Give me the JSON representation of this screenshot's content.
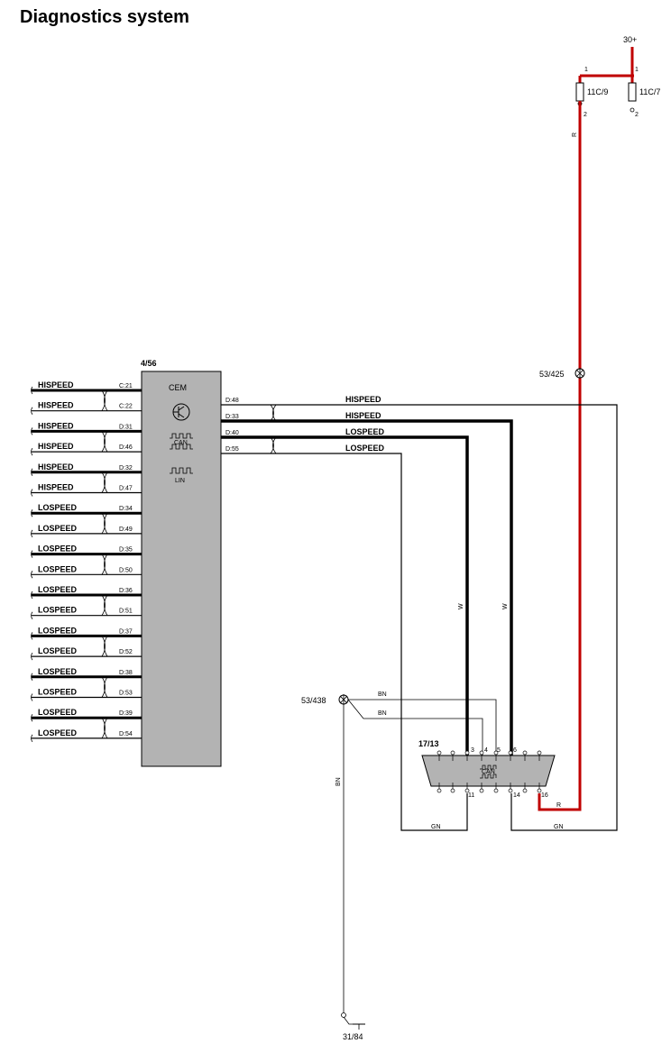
{
  "title": "Diagnostics system",
  "colors": {
    "power_wire": "#c00000",
    "module_fill": "#b3b3b3",
    "wire": "#000000"
  },
  "supply": {
    "label": "30+",
    "fuses": [
      {
        "id": "11C/9",
        "pin_top": "1",
        "pin_bottom": "2"
      },
      {
        "id": "11C/7",
        "pin_top": "1",
        "pin_bottom": "2"
      }
    ],
    "wire_color_code": "R"
  },
  "splices": [
    {
      "id": "53/425"
    },
    {
      "id": "53/438"
    }
  ],
  "cem": {
    "ref": "4/56",
    "name": "CEM",
    "icons": [
      "transistor-icon",
      "can-icon",
      "lin-icon"
    ],
    "can_label": "CAN",
    "lin_label": "LIN",
    "left_pins": [
      {
        "bus": "HISPEED",
        "pin": "C:21"
      },
      {
        "bus": "HISPEED",
        "pin": "C:22"
      },
      {
        "bus": "HISPEED",
        "pin": "D:31"
      },
      {
        "bus": "HISPEED",
        "pin": "D:46"
      },
      {
        "bus": "HISPEED",
        "pin": "D:32"
      },
      {
        "bus": "HISPEED",
        "pin": "D:47"
      },
      {
        "bus": "LOSPEED",
        "pin": "D:34"
      },
      {
        "bus": "LOSPEED",
        "pin": "D:49"
      },
      {
        "bus": "LOSPEED",
        "pin": "D:35"
      },
      {
        "bus": "LOSPEED",
        "pin": "D:50"
      },
      {
        "bus": "LOSPEED",
        "pin": "D:36"
      },
      {
        "bus": "LOSPEED",
        "pin": "D:51"
      },
      {
        "bus": "LOSPEED",
        "pin": "D:37"
      },
      {
        "bus": "LOSPEED",
        "pin": "D:52"
      },
      {
        "bus": "LOSPEED",
        "pin": "D:38"
      },
      {
        "bus": "LOSPEED",
        "pin": "D:53"
      },
      {
        "bus": "LOSPEED",
        "pin": "D:39"
      },
      {
        "bus": "LOSPEED",
        "pin": "D:54"
      }
    ],
    "right_pins": [
      {
        "bus": "HISPEED",
        "pin": "D:48"
      },
      {
        "bus": "HISPEED",
        "pin": "D:33"
      },
      {
        "bus": "LOSPEED",
        "pin": "D:40"
      },
      {
        "bus": "LOSPEED",
        "pin": "D:55"
      }
    ]
  },
  "connector": {
    "ref": "17/13",
    "can_label": "CAN",
    "pins": {
      "p3": "3",
      "p4": "4",
      "p5": "5",
      "p6": "6",
      "p11": "11",
      "p14": "14",
      "p16": "16"
    }
  },
  "wire_codes": {
    "w": "W",
    "bn": "BN",
    "gn": "GN",
    "r": "R"
  },
  "ground": {
    "id": "31/84"
  }
}
